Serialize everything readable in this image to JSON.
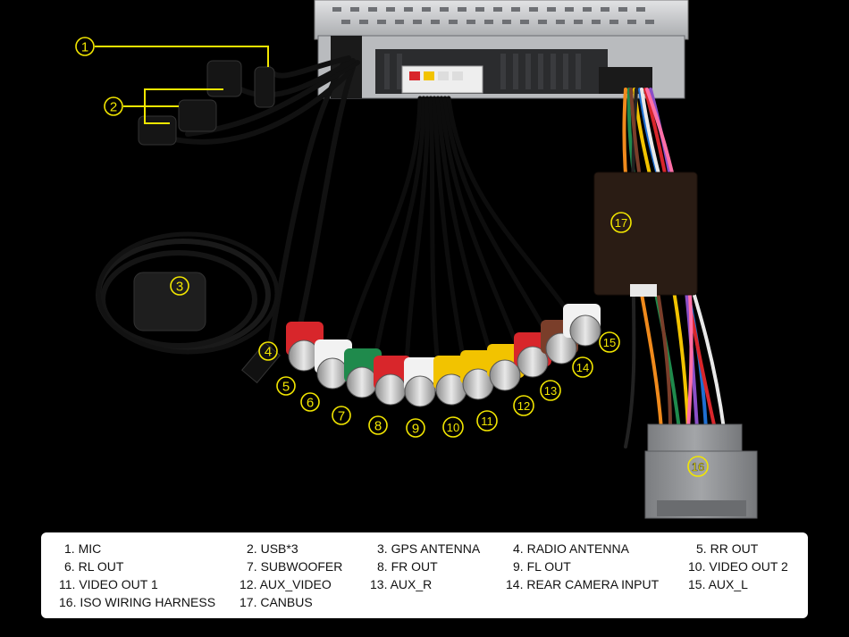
{
  "callouts": [
    "1",
    "2",
    "3",
    "4",
    "5",
    "6",
    "7",
    "8",
    "9",
    "10",
    "11",
    "12",
    "13",
    "14",
    "15",
    "16",
    "17"
  ],
  "legend": [
    {
      "number": "1.",
      "label": "MIC"
    },
    {
      "number": "2.",
      "label": "USB*3"
    },
    {
      "number": "3.",
      "label": "GPS ANTENNA"
    },
    {
      "number": "4.",
      "label": "RADIO ANTENNA"
    },
    {
      "number": "5.",
      "label": "RR OUT"
    },
    {
      "number": "6.",
      "label": "RL OUT"
    },
    {
      "number": "7.",
      "label": "SUBWOOFER"
    },
    {
      "number": "8.",
      "label": "FR OUT"
    },
    {
      "number": "9.",
      "label": "FL OUT"
    },
    {
      "number": "10.",
      "label": "VIDEO OUT 2"
    },
    {
      "number": "11.",
      "label": "VIDEO OUT 1"
    },
    {
      "number": "12.",
      "label": "AUX_VIDEO"
    },
    {
      "number": "13.",
      "label": "AUX_R"
    },
    {
      "number": "14.",
      "label": "REAR CAMERA INPUT"
    },
    {
      "number": "15.",
      "label": "AUX_L"
    },
    {
      "number": "16.",
      "label": "ISO WIRING HARNESS"
    },
    {
      "number": "17.",
      "label": "CANBUS"
    }
  ],
  "colors": {
    "callout": "#f2e600",
    "rca_red": "#d8262b",
    "rca_white": "#f2f2f2",
    "rca_green": "#1f8a4c",
    "rca_yellow": "#f2c300",
    "rca_brown": "#7a3e2a",
    "harness_grey": "#8d8f92"
  }
}
